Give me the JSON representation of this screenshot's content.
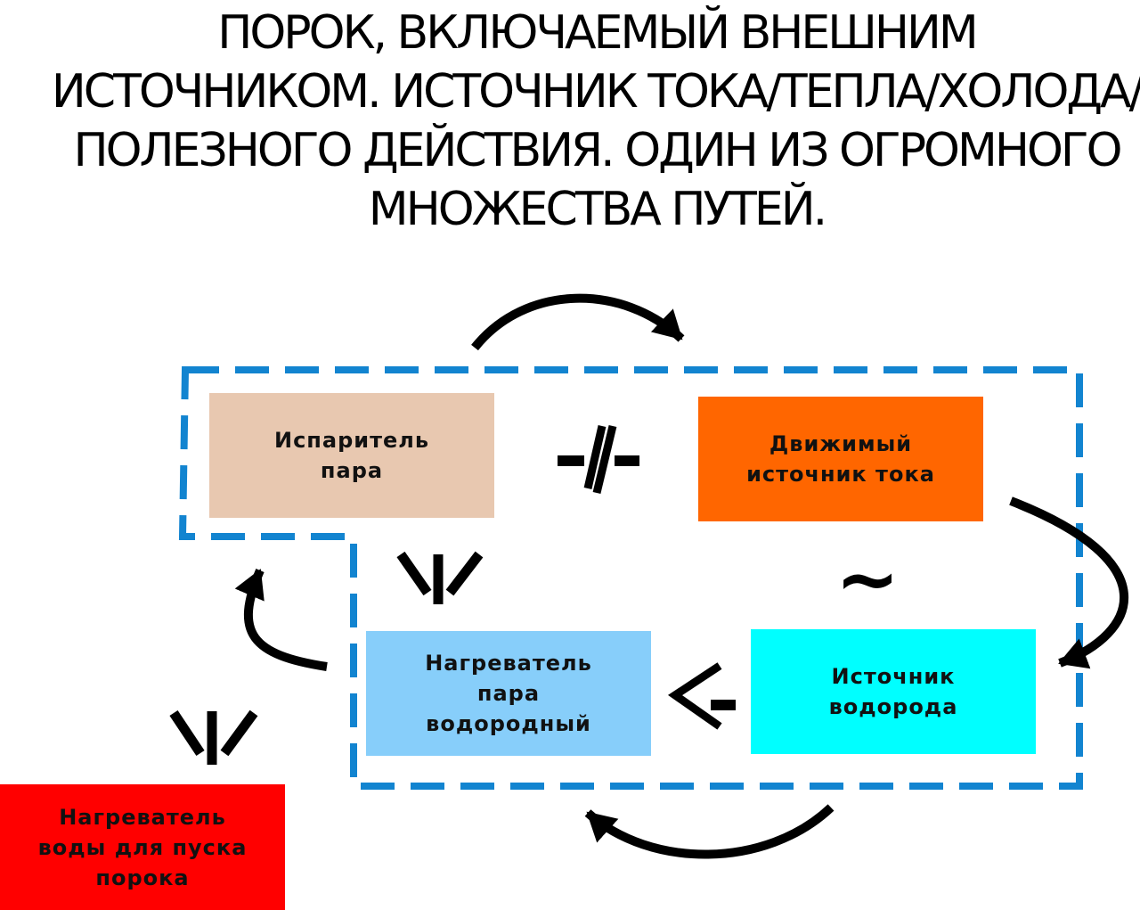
{
  "title": {
    "line1": "ПОРОК, ВКЛЮЧАЕМЫЙ ВНЕШНИМ",
    "line2": "ИСТОЧНИКОМ. ИСТОЧНИК ТОКА/ТЕПЛА/ХОЛОДА/",
    "line3": "ПОЛЕЗНОГО ДЕЙСТВИЯ. ОДИН ИЗ ОГРОМНОГО",
    "line4": "МНОЖЕСТВА ПУТЕЙ."
  },
  "nodes": {
    "steam_evaporator": {
      "label": "Испаритель\nпара",
      "color": "#E8C8B0"
    },
    "moving_current_source": {
      "label": "Движимый\nисточник тока",
      "color": "#FF6600"
    },
    "hydrogen_source": {
      "label": "Источник\nводорода",
      "color": "#00FFFF"
    },
    "hydrogen_steam_heater": {
      "label": "Нагреватель\nпара\nводородный",
      "color": "#87CEFA"
    },
    "water_heater": {
      "label": "Нагреватель\nводы для пуска\nпорока",
      "color": "#FF0000"
    }
  },
  "symbols": {
    "not_equal": "-//-",
    "approx": "~",
    "arrow_left": "<-"
  },
  "colors": {
    "dashed_border": "#1284D0",
    "arrow": "#000000"
  }
}
